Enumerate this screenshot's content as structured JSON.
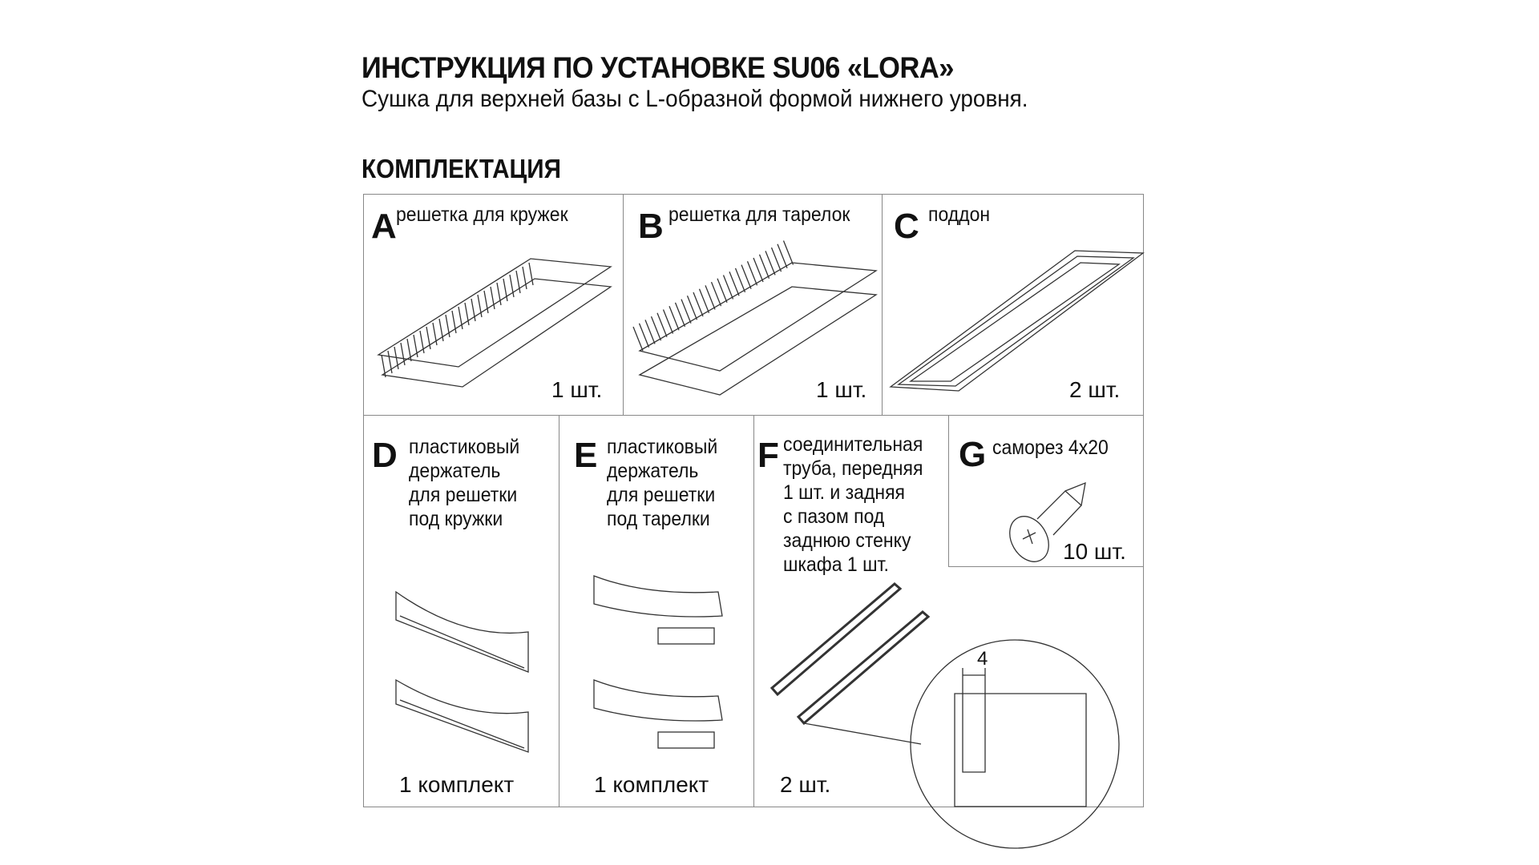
{
  "header": {
    "title": "ИНСТРУКЦИЯ ПО УСТАНОВКЕ SU06 «LORA»",
    "subtitle": "Сушка для верхней базы с L-образной формой нижнего уровня.",
    "section": "КОМПЛЕКТАЦИЯ"
  },
  "parts": [
    {
      "letter": "A",
      "desc": [
        "решетка для кружек"
      ],
      "qty": "1 шт."
    },
    {
      "letter": "B",
      "desc": [
        "решетка для тарелок"
      ],
      "qty": "1 шт."
    },
    {
      "letter": "C",
      "desc": [
        "поддон"
      ],
      "qty": "2 шт."
    },
    {
      "letter": "D",
      "desc": [
        "пластиковый",
        "держатель",
        "для решетки",
        "под кружки"
      ],
      "qty": "1 комплект"
    },
    {
      "letter": "E",
      "desc": [
        "пластиковый",
        "держатель",
        "для решетки",
        "под тарелки"
      ],
      "qty": "1 комплект"
    },
    {
      "letter": "F",
      "desc": [
        "соединительная",
        "труба, передняя",
        "1 шт.  и задняя",
        "с пазом под",
        "заднюю стенку",
        "шкафа 1 шт."
      ],
      "qty": "2 шт.",
      "detail_dimension": "4"
    },
    {
      "letter": "G",
      "desc": [
        "саморез 4x20"
      ],
      "qty": "10 шт."
    }
  ]
}
